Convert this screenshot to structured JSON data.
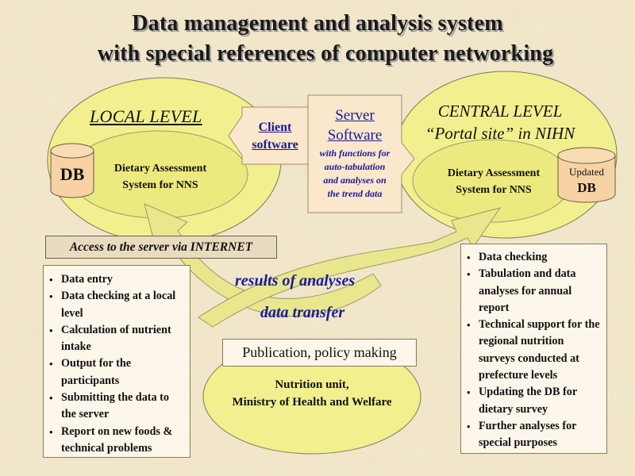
{
  "title": {
    "line1": "Data management and analysis system",
    "line2": "with special references of computer networking"
  },
  "local": {
    "level_label": "LOCAL LEVEL",
    "db_label": "DB",
    "system_line1": "Dietary Assessment",
    "system_line2": "System for NNS"
  },
  "client": {
    "line1": "Client",
    "line2": "software"
  },
  "server": {
    "title_line1": "Server",
    "title_line2": "Software",
    "desc_line1": "with functions for",
    "desc_line2": "auto-tabulation",
    "desc_line3": "and  analyses on",
    "desc_line4": "the trend data"
  },
  "central": {
    "level_line1": "CENTRAL LEVEL",
    "level_line2": "“Portal site” in NIHN",
    "system_line1": "Dietary Assessment",
    "system_line2": "System for NNS",
    "db_line1": "Updated",
    "db_line2": "DB"
  },
  "access_label": "Access to the server via INTERNET",
  "flow": {
    "results": "results of analyses",
    "transfer": "data transfer"
  },
  "publication_label": "Publication, policy making",
  "ministry": {
    "line1": "Nutrition unit,",
    "line2": "Ministry of Health and Welfare"
  },
  "local_tasks": [
    "Data entry",
    "Data checking at a local level",
    "Calculation of nutrient intake",
    "Output for the participants",
    "Submitting the data to the server",
    "Report on new foods & technical problems"
  ],
  "central_tasks": [
    "Data checking",
    "Tabulation and data analyses for annual report",
    "Technical support for the regional nutrition surveys conducted at prefecture levels",
    "Updating the DB for dietary survey",
    "Further analyses for special purposes"
  ],
  "colors": {
    "ellipse_fill": "#f2f08e",
    "box_fill": "#fbe7cc",
    "arrow_fill": "#e9e78e",
    "text_blue": "#1a1a9a"
  }
}
